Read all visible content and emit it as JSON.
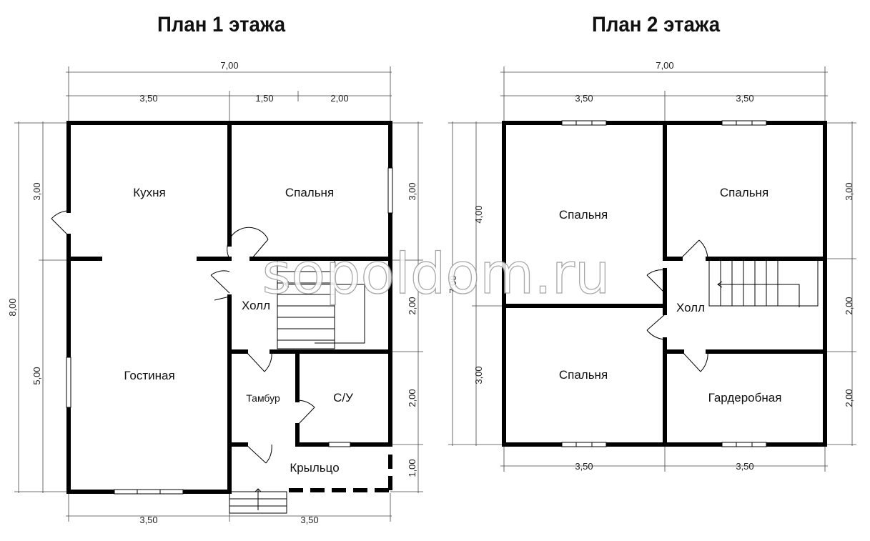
{
  "plans": {
    "first": {
      "title": "План 1 этажа",
      "rooms": {
        "kitchen": "Кухня",
        "bedroom": "Спальня",
        "living": "Гостиная",
        "hall": "Холл",
        "vestibule": "Тамбур",
        "bathroom": "С/У",
        "porch": "Крыльцо"
      },
      "dims": {
        "top_total": "7,00",
        "top_a": "3,50",
        "top_b": "1,50",
        "top_c": "2,00",
        "left_total": "8,00",
        "left_a": "3,00",
        "left_b": "5,00",
        "right_a": "3,00",
        "right_b": "2,00",
        "right_c": "2,00",
        "right_d": "1,00",
        "bottom_a": "3,50",
        "bottom_b": "3,50"
      }
    },
    "second": {
      "title": "План 2 этажа",
      "rooms": {
        "bedroom_tl": "Спальня",
        "bedroom_tr": "Спальня",
        "bedroom_bl": "Спальня",
        "hall": "Холл",
        "wardrobe": "Гардеробная"
      },
      "dims": {
        "top_total": "7,00",
        "top_a": "3,50",
        "top_b": "3,50",
        "left_total": "7,00",
        "left_a": "4,00",
        "left_b": "3,00",
        "right_a": "3,00",
        "right_b": "2,00",
        "right_c": "2,00",
        "bottom_a": "3,50",
        "bottom_b": "3,50"
      }
    }
  },
  "watermark": "sopoldom.ru"
}
